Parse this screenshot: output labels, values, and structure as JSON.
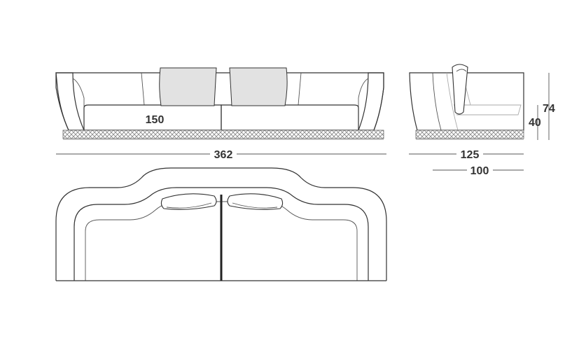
{
  "dimensions": {
    "seat_width": "150",
    "total_width": "362",
    "depth": "125",
    "seat_depth": "100",
    "height": "74",
    "seat_height": "40"
  },
  "colors": {
    "line": "#333333",
    "cushion_fill": "#e2e2e2",
    "base_pattern": "#9a9a9a"
  }
}
